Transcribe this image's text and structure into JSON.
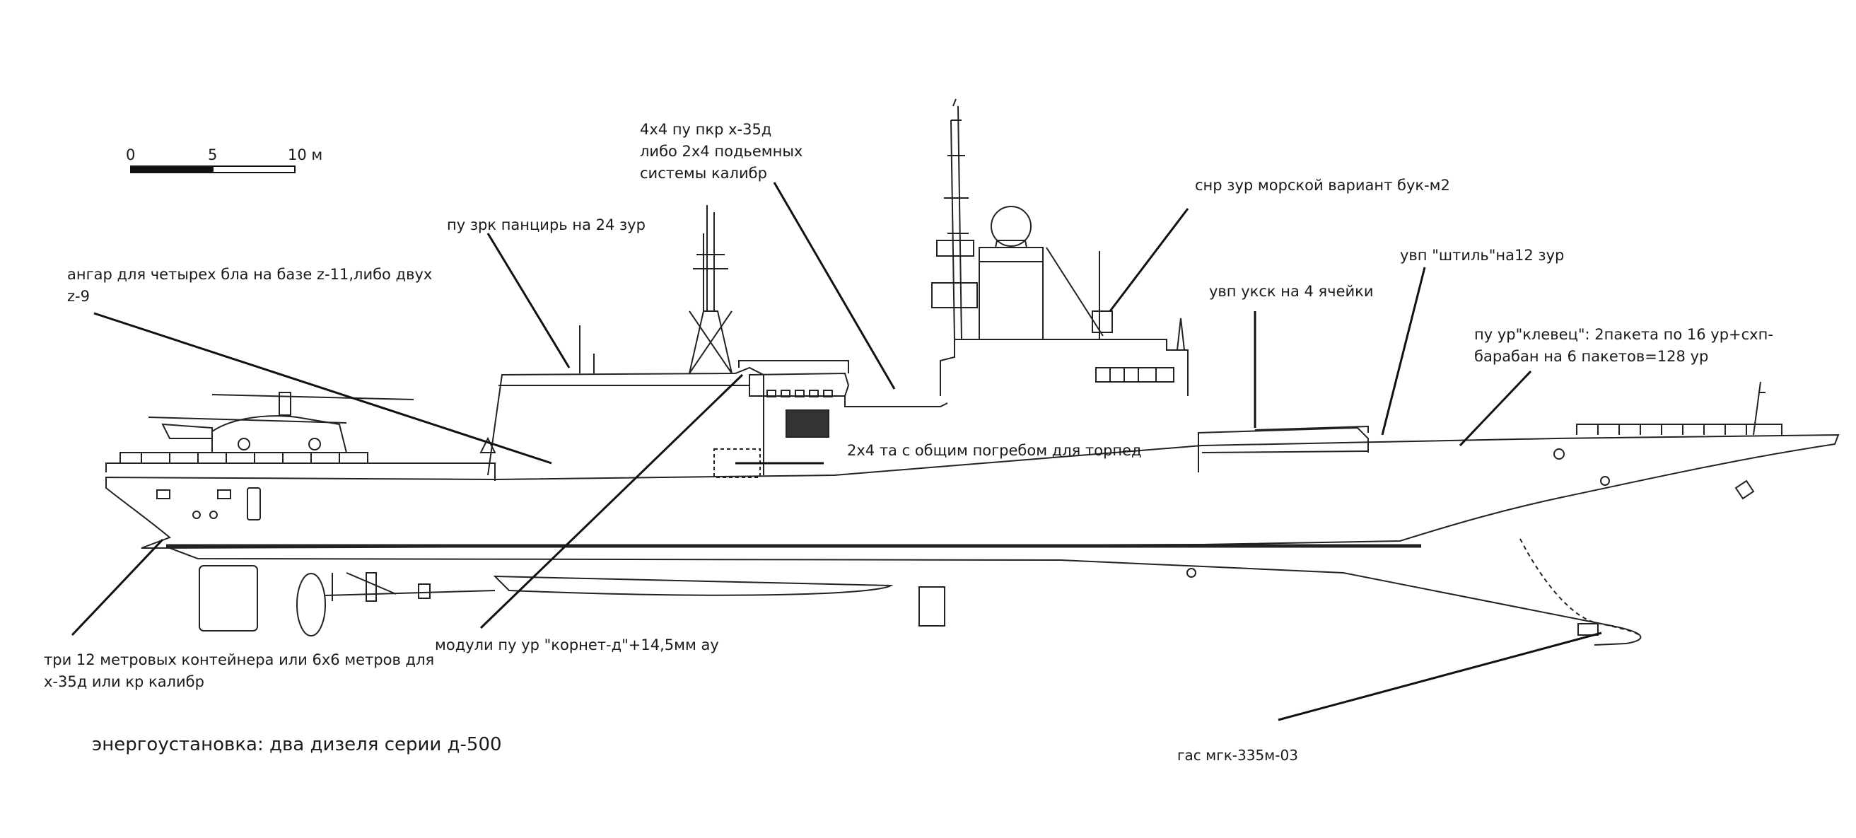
{
  "scale_bar": {
    "tick_0": "0",
    "tick_5": "5",
    "tick_10": "10 м"
  },
  "labels": {
    "hangar": [
      "ангар для четырех  бла на базе z-11,либо двух",
      "z-9"
    ],
    "pantsir": [
      "пу зрк панцирь на 24 зур"
    ],
    "kh35": [
      "4х4 пу пкр х-35д",
      "либо 2х4 подьемных",
      "системы калибр"
    ],
    "snr": [
      "снр зур морской вариант бук-м2"
    ],
    "shtil": [
      "увп \"штиль\"на12 зур"
    ],
    "uksk": [
      "увп укск на 4 ячейки"
    ],
    "klevets": [
      "пу ур\"клевец\": 2пакета по 16 ур+схп-",
      "барабан на 6 пакетов=128 ур"
    ],
    "torpedo": [
      "2х4 та с общим погребом для торпед"
    ],
    "kornet": [
      "модули пу ур \"корнет-д\"+14,5мм ау"
    ],
    "containers": [
      "три 12 метровых контейнера или 6х6 метров для",
      "х-35д или кр калибр"
    ],
    "power": [
      "энергоустановка: два дизеля серии д-500"
    ],
    "sonar": [
      "гас мгк-335м-03"
    ]
  }
}
